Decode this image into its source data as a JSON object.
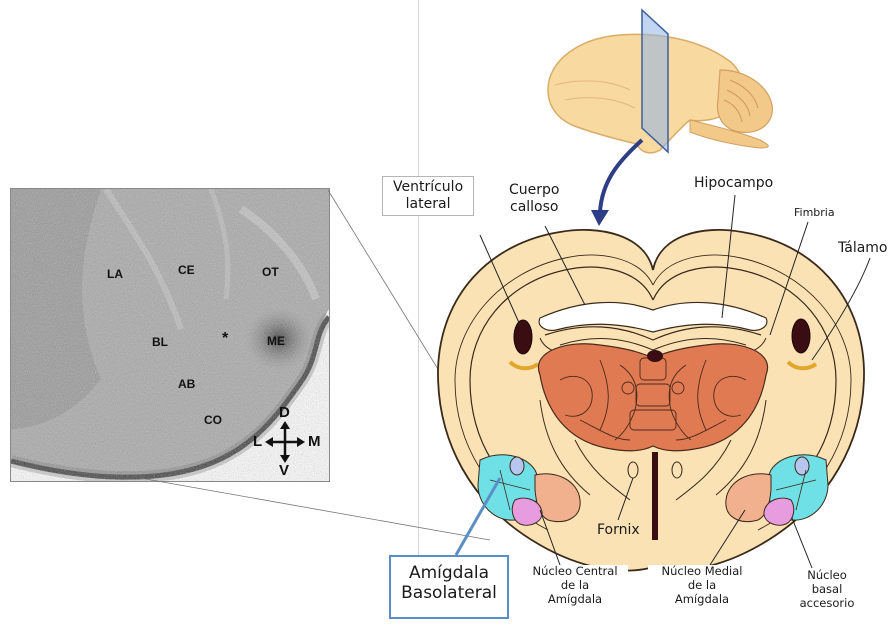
{
  "micrograph": {
    "regions": {
      "la": "LA",
      "ce": "CE",
      "ot": "OT",
      "bl": "BL",
      "star": "*",
      "me": "ME",
      "ab": "AB",
      "co": "CO"
    },
    "compass": {
      "d": "D",
      "l": "L",
      "m": "M",
      "v": "V"
    }
  },
  "labels": {
    "ventriculo": "Ventrículo\nlateral",
    "cuerpo": "Cuerpo\ncalloso",
    "hipocampo": "Hipocampo",
    "fimbria": "Fimbria",
    "talamo": "Tálamo",
    "fornix": "Fornix",
    "nucleo_central": "Núcleo Central\nde la\nAmígdala",
    "nucleo_medial": "Núcleo Medial\nde la\nAmígdala",
    "nucleo_basal": "Núcleo\nbasal\naccesorio"
  },
  "highlight": {
    "amigdala_basolateral": "Amígdala\nBasolateral"
  },
  "colors": {
    "brain_outer": "#fbe2b5",
    "brain_line": "#3a2a1a",
    "thalamus": "#e07a52",
    "amygdala_cyan": "#6fe0e6",
    "amygdala_pink": "#e79ce0",
    "amygdala_salmon": "#f1b08e",
    "amygdala_blue": "#b6c6ee",
    "highlight_border": "#5b8fc4"
  }
}
